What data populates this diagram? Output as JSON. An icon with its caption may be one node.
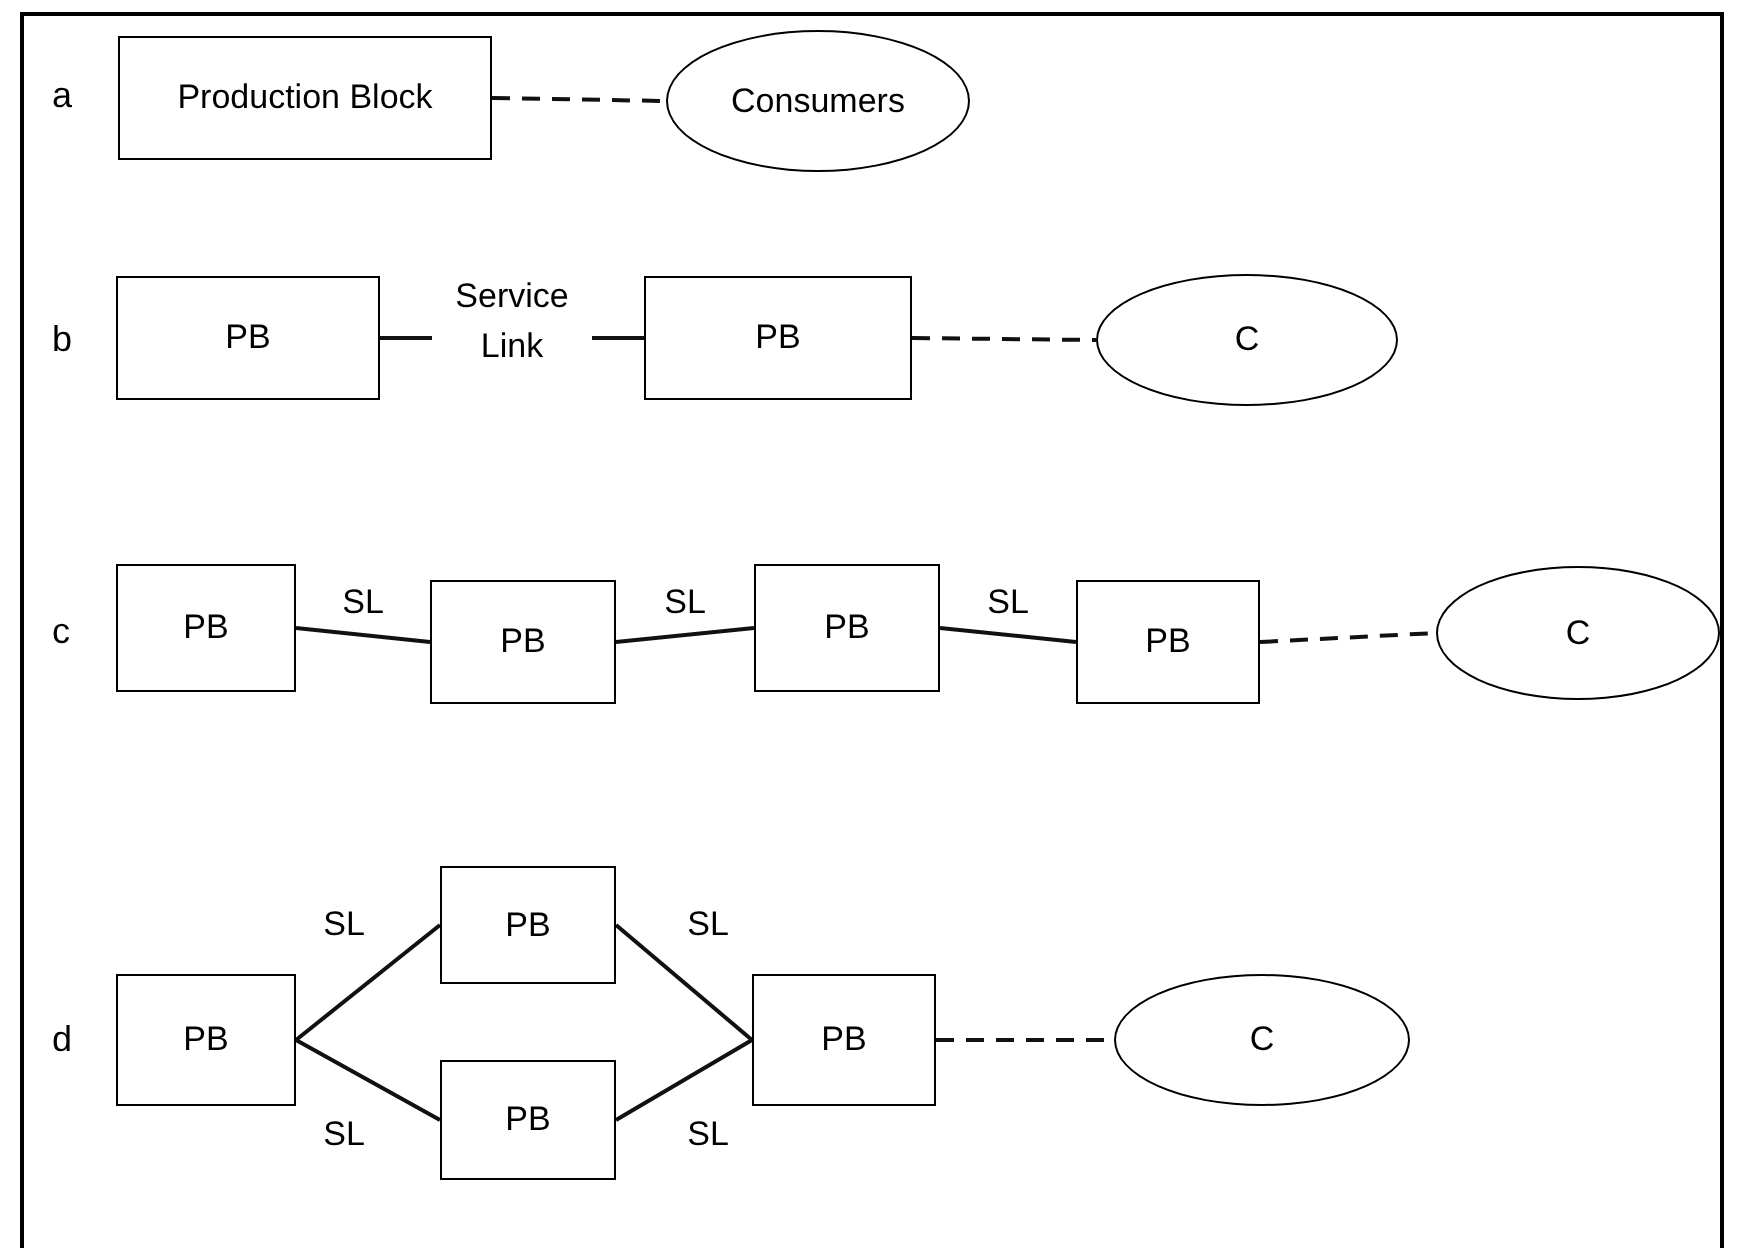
{
  "diagram": {
    "nodes": [
      {
        "text": [
          "Production Block"
        ]
      },
      {
        "text": [
          "Consumers"
        ]
      },
      {
        "text": [
          "PB"
        ]
      },
      {
        "text": [
          "PB"
        ]
      },
      {
        "text": [
          "C"
        ]
      },
      {
        "text": [
          "PB"
        ]
      },
      {
        "text": [
          "PB"
        ]
      },
      {
        "text": [
          "PB"
        ]
      },
      {
        "text": [
          "PB"
        ]
      },
      {
        "text": [
          "C"
        ]
      },
      {
        "text": [
          "PB"
        ]
      },
      {
        "text": [
          "PB"
        ]
      },
      {
        "text": [
          "PB"
        ]
      },
      {
        "text": [
          "PB"
        ]
      },
      {
        "text": [
          "C"
        ]
      }
    ],
    "edges": [
      {
        "from": 0,
        "to": 1,
        "arrow": "none",
        "style": "dashed"
      },
      {
        "from": 2,
        "to": 3,
        "arrow": "none",
        "label": "Service Link"
      },
      {
        "from": 3,
        "to": 4,
        "arrow": "none",
        "style": "dashed"
      },
      {
        "from": 5,
        "to": 6,
        "arrow": "none",
        "label": "SL"
      },
      {
        "from": 6,
        "to": 7,
        "arrow": "none",
        "label": "SL"
      },
      {
        "from": 7,
        "to": 8,
        "arrow": "none",
        "label": "SL"
      },
      {
        "from": 8,
        "to": 9,
        "arrow": "none",
        "style": "dashed"
      },
      {
        "from": 10,
        "to": 11,
        "arrow": "none",
        "label": "SL"
      },
      {
        "from": 10,
        "to": 12,
        "arrow": "none",
        "label": "SL"
      },
      {
        "from": 11,
        "to": 13,
        "arrow": "none",
        "label": "SL"
      },
      {
        "from": 12,
        "to": 13,
        "arrow": "none",
        "label": "SL"
      },
      {
        "from": 13,
        "to": 14,
        "arrow": "none",
        "style": "dashed"
      }
    ],
    "labels": [
      "a",
      "b",
      "c",
      "d"
    ]
  }
}
